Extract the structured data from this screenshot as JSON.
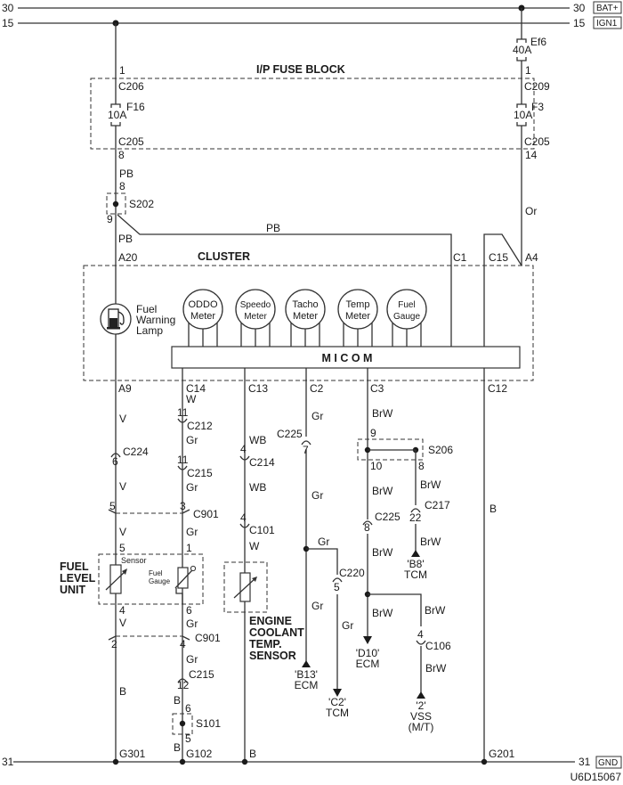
{
  "diagram_id": "U6D15067",
  "rails": {
    "bat": {
      "num": "30",
      "tag": "BAT+"
    },
    "ign": {
      "num": "15",
      "tag": "IGN1"
    },
    "gnd": {
      "num": "31",
      "tag": "GND"
    }
  },
  "fuse_block": {
    "title": "I/P FUSE BLOCK",
    "left": {
      "pin_in": "1",
      "conn_in": "C206",
      "fuse_name": "F16",
      "fuse_rating": "10A",
      "conn_out": "C205",
      "pin_out": "8"
    },
    "right": {
      "pin_in": "1",
      "conn_in": "C209",
      "fuse_name": "F3",
      "fuse_rating": "10A",
      "conn_out": "C205",
      "pin_out": "14"
    }
  },
  "ef6": {
    "name": "Ef6",
    "rating": "40A"
  },
  "s202": {
    "name": "S202",
    "pin_in": "8",
    "pin_out": "9",
    "wire_in": "PB",
    "wire_out": "PB",
    "wire_branch": "PB"
  },
  "or_wire": "Or",
  "cluster": {
    "title": "CLUSTER",
    "pins_top": {
      "a20": "A20",
      "c1": "C1",
      "c15": "C15",
      "a4": "A4"
    },
    "pins_bottom": {
      "a9": "A9",
      "c14": "C14",
      "c13": "C13",
      "c2": "C2",
      "c3": "C3",
      "c12": "C12"
    },
    "lamp": {
      "line1": "Fuel",
      "line2": "Warning",
      "line3": "Lamp"
    },
    "meters": [
      {
        "line1": "ODDO",
        "line2": "Meter"
      },
      {
        "line1": "Speedo",
        "line2": "Meter"
      },
      {
        "line1": "Tacho",
        "line2": "Meter"
      },
      {
        "line1": "Temp",
        "line2": "Meter"
      },
      {
        "line1": "Fuel",
        "line2": "Gauge"
      }
    ],
    "micom": "M I C O M"
  },
  "circuit_a9": {
    "w1": "V",
    "c224_pin": "6",
    "c224": "C224",
    "w2": "V",
    "c901_pin": "5",
    "w3": "V",
    "unit_pin_top": "5",
    "unit_pin_bot": "4",
    "w4": "V",
    "c901b_pin": "2",
    "w5": "B",
    "ground": "G301"
  },
  "circuit_c14": {
    "w0": "W",
    "c212_pin": "11",
    "c212": "C212",
    "w1": "Gr",
    "c215_pin": "11",
    "c215": "C215",
    "w2": "Gr",
    "c901_pin": "3",
    "c901": "C901",
    "w3": "Gr",
    "unit_pin_top": "1",
    "unit_pin_bot": "6",
    "w4": "Gr",
    "c901b_pin": "4",
    "c901b": "C901",
    "w5": "Gr",
    "c215b_pin": "12",
    "c215b": "C215",
    "w6": "B",
    "s101_pin_in": "6",
    "s101": "S101",
    "s101_pin_out": "5",
    "w7": "B",
    "ground": "G102"
  },
  "fuel_level_unit": {
    "line1": "FUEL",
    "line2": "LEVEL",
    "line3": "UNIT",
    "sensor": "Sensor",
    "gauge1": "Fuel",
    "gauge2": "Gauge"
  },
  "circuit_c13": {
    "w1": "WB",
    "c214_pin": "4",
    "c214": "C214",
    "w2": "WB",
    "c101_pin": "4",
    "c101": "C101",
    "w3": "W",
    "w4": "B"
  },
  "ect_sensor": {
    "line1": "ENGINE",
    "line2": "COOLANT",
    "line3": "TEMP.",
    "line4": "SENSOR"
  },
  "circuit_c2": {
    "w1": "Gr",
    "c225": "C225",
    "c225_pin": "7",
    "w2": "Gr",
    "w_branch": "Gr",
    "c220": "C220",
    "c220_pin": "5",
    "w3": "Gr",
    "w4": "Gr",
    "dest1": {
      "pin": "'B13'",
      "unit": "ECM"
    },
    "dest2": {
      "pin": "'C2'",
      "unit": "TCM"
    }
  },
  "circuit_c3": {
    "w1": "BrW",
    "s206": "S206",
    "s206_pin_in": "9",
    "s206_pin_out": "10",
    "s206_pin_branch": "8",
    "w2": "BrW",
    "w_branch": "BrW",
    "c217": "C217",
    "c217_pin": "22",
    "w_b8": "BrW",
    "c225": "C225",
    "c225_pin": "8",
    "w3": "BrW",
    "w4": "BrW",
    "w5": "BrW",
    "c106": "C106",
    "c106_pin": "4",
    "w6": "BrW",
    "dest_b8": {
      "pin": "'B8'",
      "unit": "TCM"
    },
    "dest_d10": {
      "pin": "'D10'",
      "unit": "ECM"
    },
    "dest_vss": {
      "pin": "'2'",
      "unit": "VSS",
      "note": "(M/T)"
    }
  },
  "circuit_c12": {
    "w1": "B",
    "ground": "G201"
  }
}
